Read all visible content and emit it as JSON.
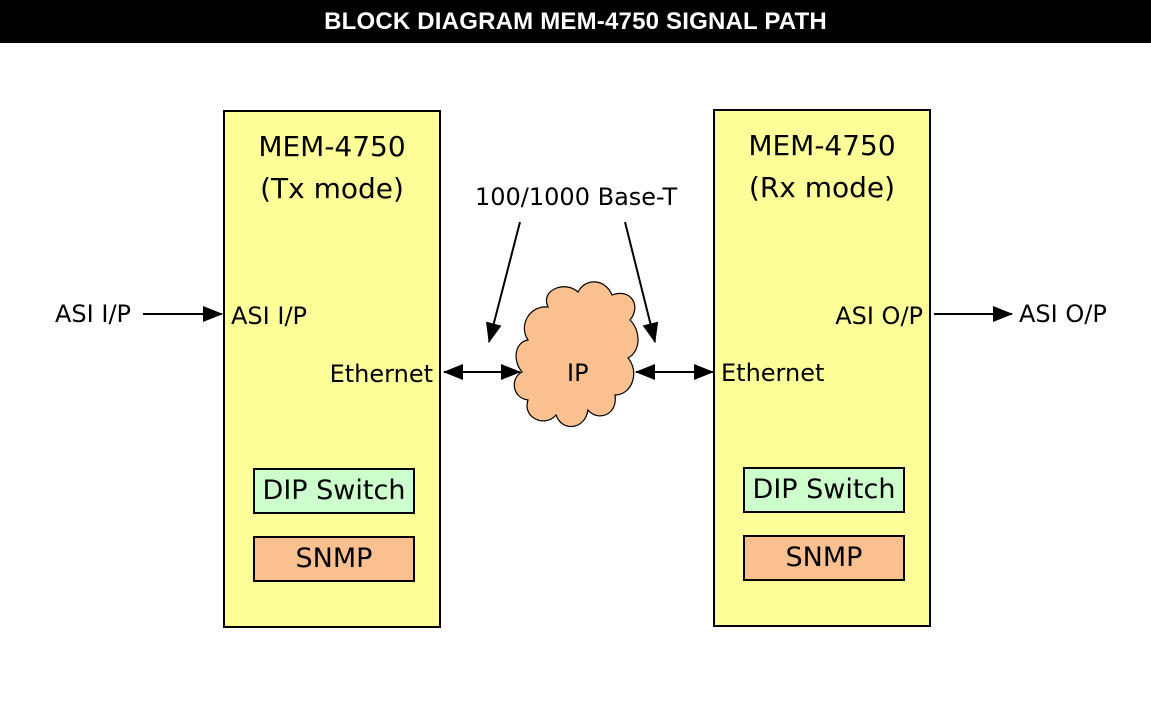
{
  "title": "BLOCK DIAGRAM MEM-4750 SIGNAL PATH",
  "colors": {
    "device_fill": "#ffff99",
    "dip_fill": "#ccffcc",
    "snmp_fill": "#fac090",
    "cloud_fill": "#fac090",
    "title_bg": "#000000",
    "title_fg": "#ffffff"
  },
  "tx_device": {
    "name": "MEM-4750",
    "mode": "(Tx mode)",
    "input_port": "ASI I/P",
    "network_port": "Ethernet",
    "dip_switch": "DIP Switch",
    "snmp": "SNMP"
  },
  "rx_device": {
    "name": "MEM-4750",
    "mode": "(Rx mode)",
    "output_port": "ASI O/P",
    "network_port": "Ethernet",
    "dip_switch": "DIP Switch",
    "snmp": "SNMP"
  },
  "external": {
    "input": "ASI I/P",
    "output": "ASI O/P"
  },
  "network": {
    "cloud_label": "IP",
    "link_label": "100/1000 Base-T"
  }
}
